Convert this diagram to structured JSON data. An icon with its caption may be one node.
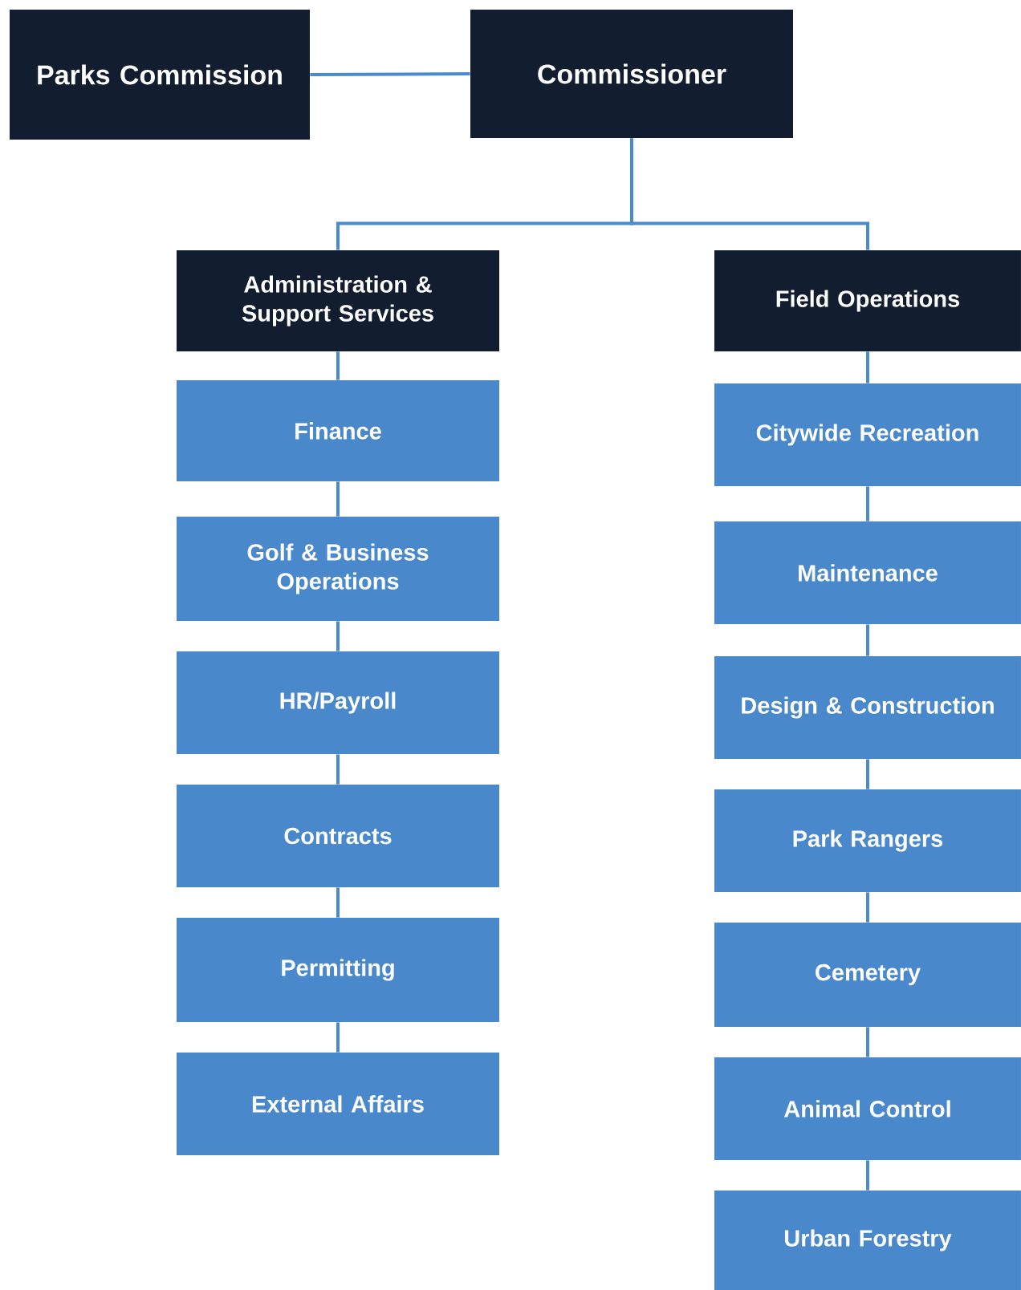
{
  "diagram": {
    "nodes": [
      {
        "text": [
          "Parks Commission"
        ]
      },
      {
        "text": [
          "Commissioner"
        ]
      },
      {
        "text": [
          "Administration & Support Services"
        ]
      },
      {
        "text": [
          "Field Operations"
        ]
      },
      {
        "text": [
          "Finance"
        ]
      },
      {
        "text": [
          "Golf & Business Operations"
        ]
      },
      {
        "text": [
          "HR/Payroll"
        ]
      },
      {
        "text": [
          "Contracts"
        ]
      },
      {
        "text": [
          "Permitting"
        ]
      },
      {
        "text": [
          "External Affairs"
        ]
      },
      {
        "text": [
          "Citywide Recreation"
        ]
      },
      {
        "text": [
          "Maintenance"
        ]
      },
      {
        "text": [
          "Design & Construction"
        ]
      },
      {
        "text": [
          "Park Rangers"
        ]
      },
      {
        "text": [
          "Cemetery"
        ]
      },
      {
        "text": [
          "Animal Control"
        ]
      },
      {
        "text": [
          "Urban Forestry"
        ]
      }
    ],
    "edges": [
      {
        "from": 0,
        "to": 1,
        "arrow": "none"
      },
      {
        "from": 1,
        "to": 2,
        "arrow": "none"
      },
      {
        "from": 1,
        "to": 3,
        "arrow": "none"
      },
      {
        "from": 2,
        "to": 4,
        "arrow": "none"
      },
      {
        "from": 4,
        "to": 5,
        "arrow": "none"
      },
      {
        "from": 5,
        "to": 6,
        "arrow": "none"
      },
      {
        "from": 6,
        "to": 7,
        "arrow": "none"
      },
      {
        "from": 7,
        "to": 8,
        "arrow": "none"
      },
      {
        "from": 8,
        "to": 9,
        "arrow": "none"
      },
      {
        "from": 3,
        "to": 10,
        "arrow": "none"
      },
      {
        "from": 10,
        "to": 11,
        "arrow": "none"
      },
      {
        "from": 11,
        "to": 12,
        "arrow": "none"
      },
      {
        "from": 12,
        "to": 13,
        "arrow": "none"
      },
      {
        "from": 13,
        "to": 14,
        "arrow": "none"
      },
      {
        "from": 14,
        "to": 15,
        "arrow": "none"
      },
      {
        "from": 15,
        "to": 16,
        "arrow": "none"
      }
    ]
  }
}
